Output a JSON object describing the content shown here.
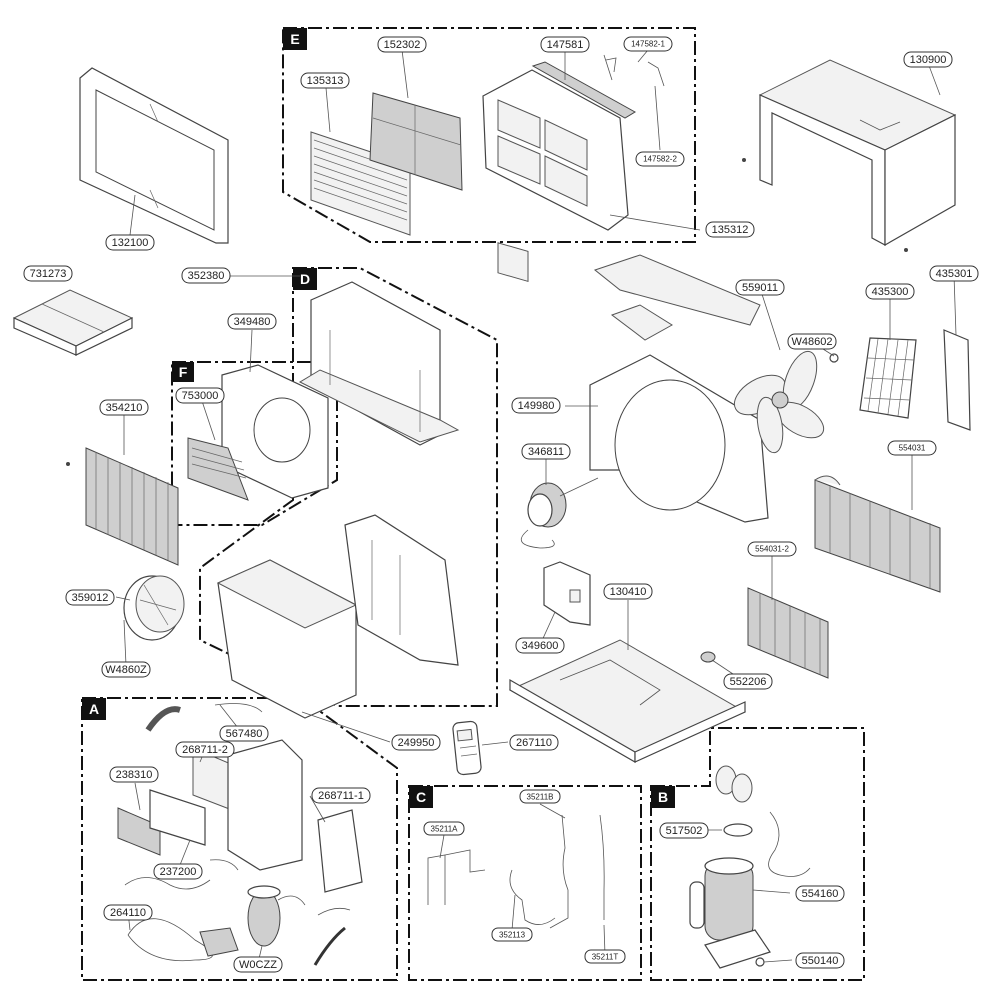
{
  "groups": [
    {
      "tag": "E"
    },
    {
      "tag": "D"
    },
    {
      "tag": "F"
    },
    {
      "tag": "A"
    },
    {
      "tag": "C"
    },
    {
      "tag": "B"
    }
  ],
  "labels": {
    "p130900": "130900",
    "p152302": "152302",
    "p147581": "147581",
    "p147582_1": "147582-1",
    "p147582_2": "147582-2",
    "p135313": "135313",
    "p135312": "135312",
    "p132100": "132100",
    "p731273": "731273",
    "p352380": "352380",
    "p349480": "349480",
    "p753000": "753000",
    "p354210": "354210",
    "p359012": "359012",
    "pW4860Z_a": "W4860Z",
    "p559011": "559011",
    "pW48602": "W48602",
    "p435300": "435300",
    "p435301": "435301",
    "p149980": "149980",
    "p346811": "346811",
    "p554031": "554031",
    "p554031_2": "554031-2",
    "p130410": "130410",
    "p349600": "349600",
    "p552206": "552206",
    "p249950": "249950",
    "p267110": "267110",
    "p567480": "567480",
    "p268711_2": "268711-2",
    "p238310": "238310",
    "p268711_1": "268711-1",
    "p237200": "237200",
    "p264110": "264110",
    "pW0CZZ": "W0CZZ",
    "p35211A": "35211A",
    "p35211B": "35211B",
    "p352113": "352113",
    "p35211T": "35211T",
    "p517502": "517502",
    "p554160": "554160",
    "p550140": "550140"
  }
}
